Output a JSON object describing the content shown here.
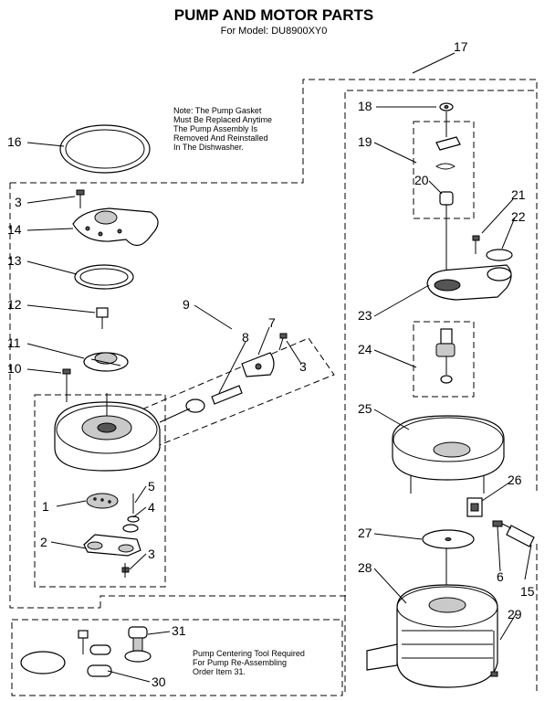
{
  "title": "PUMP AND MOTOR PARTS",
  "model": "For Model: DU8900XY0",
  "note_gasket": [
    "Note: The Pump Gasket",
    "Must Be Replaced Anytime",
    "The Pump Assembly Is",
    "Removed And Reinstalled",
    "In The Dishwasher."
  ],
  "note_tool": [
    "Pump Centering Tool Required",
    "For Pump Re-Assembling",
    "Order Item 31."
  ],
  "callouts": {
    "c1": "1",
    "c2": "2",
    "c3a": "3",
    "c3b": "3",
    "c3c": "3",
    "c4": "4",
    "c5": "5",
    "c6": "6",
    "c7": "7",
    "c8": "8",
    "c9": "9",
    "c10": "10",
    "c11": "11",
    "c12": "12",
    "c13": "13",
    "c14": "14",
    "c15": "15",
    "c16": "16",
    "c17": "17",
    "c18": "18",
    "c19": "19",
    "c20": "20",
    "c21": "21",
    "c22": "22",
    "c23": "23",
    "c24": "24",
    "c25": "25",
    "c26": "26",
    "c27": "27",
    "c28": "28",
    "c29": "29",
    "c30": "30",
    "c31": "31"
  }
}
